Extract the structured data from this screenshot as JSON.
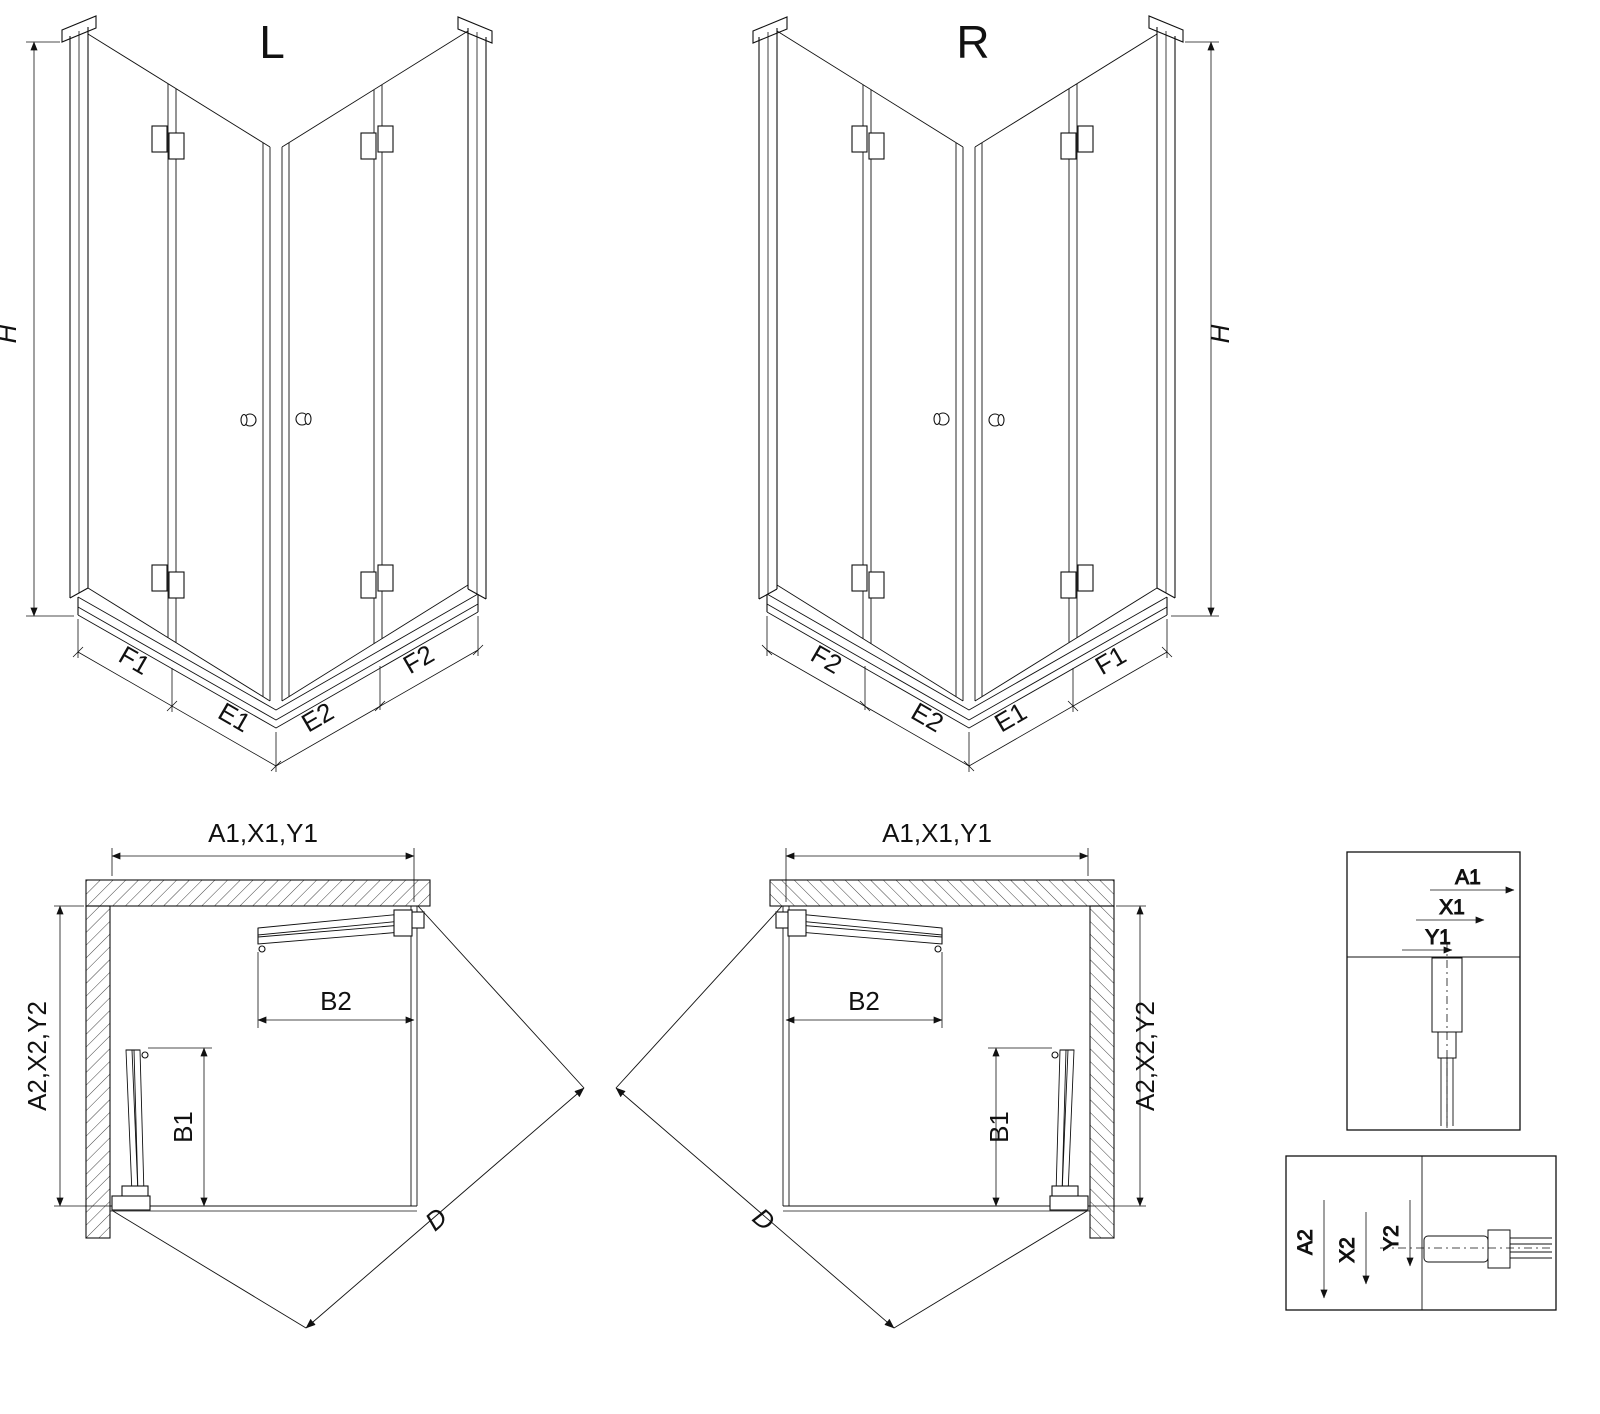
{
  "iso_left": {
    "title": "L",
    "height": "H",
    "dims": [
      "F1",
      "E1",
      "E2",
      "F2"
    ]
  },
  "iso_right": {
    "title": "R",
    "height": "H",
    "dims": [
      "F2",
      "E2",
      "E1",
      "F1"
    ]
  },
  "plan_left": {
    "width_dim": "A1,X1,Y1",
    "depth_dim": "A2,X2,Y2",
    "door_top_dim": "B2",
    "door_side_dim": "B1",
    "diagonal_dim": "D"
  },
  "plan_right": {
    "width_dim": "A1,X1,Y1",
    "depth_dim": "A2,X2,Y2",
    "door_top_dim": "B2",
    "door_side_dim": "B1",
    "diagonal_dim": "D"
  },
  "detail_wall": {
    "dims": [
      "A1",
      "X1",
      "Y1"
    ]
  },
  "detail_floor": {
    "dims": [
      "A2",
      "X2",
      "Y2"
    ]
  }
}
